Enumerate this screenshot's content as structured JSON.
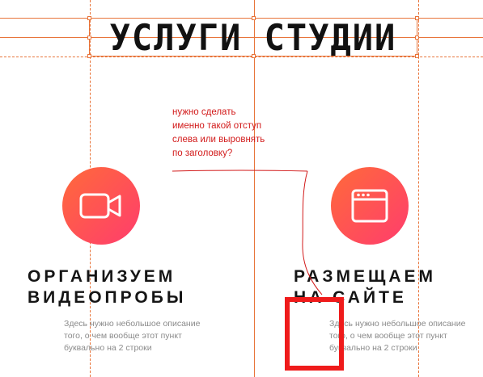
{
  "header": {
    "title": "УСЛУГИ СТУДИИ"
  },
  "services": [
    {
      "icon": "video-camera-icon",
      "title_line1": "ОРГАНИЗУЕМ",
      "title_line2": "ВИДЕОПРОБЫ",
      "desc_line1": "Здесь нужно небольшое описание",
      "desc_line2": "того, о чем вообще этот пункт",
      "desc_line3": "буквально на 2 строки"
    },
    {
      "icon": "browser-window-icon",
      "title_line1": "РАЗМЕЩАЕМ",
      "title_line2": "НА САЙТЕ",
      "desc_line1": "Здесь нужно небольшое описание",
      "desc_line2": "того, о чем вообще этот пункт",
      "desc_line3": "буквально на 2 строки"
    }
  ],
  "annotation": {
    "line1": "нужно сделать",
    "line2": "именно такой отступ",
    "line3": "слева или выровнять",
    "line4": "по заголовку?"
  },
  "colors": {
    "guide": "#e8743a",
    "gradient_start": "#ff6a3a",
    "gradient_end": "#ff3d6d",
    "annotation": "#d21a1a",
    "highlight_box": "#ef1b1b"
  }
}
